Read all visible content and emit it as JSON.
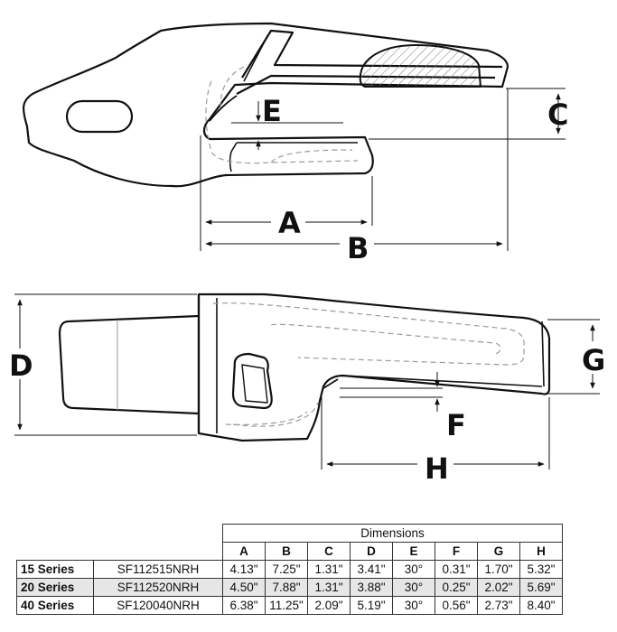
{
  "labels": {
    "A": "A",
    "B": "B",
    "C": "C",
    "D": "D",
    "E": "E",
    "F": "F",
    "G": "G",
    "H": "H"
  },
  "table": {
    "group_header": "Dimensions",
    "columns": [
      "A",
      "B",
      "C",
      "D",
      "E",
      "F",
      "G",
      "H"
    ],
    "rows": [
      {
        "series": "15 Series",
        "part": "SF112515NRH",
        "values": [
          "4.13\"",
          "7.25\"",
          "1.31\"",
          "3.41\"",
          "30°",
          "0.31\"",
          "1.70\"",
          "5.32\""
        ]
      },
      {
        "series": "20 Series",
        "part": "SF112520NRH",
        "values": [
          "4.50\"",
          "7.88\"",
          "1.31\"",
          "3.88\"",
          "30°",
          "0.25\"",
          "2.02\"",
          "5.69\""
        ]
      },
      {
        "series": "40 Series",
        "part": "SF120040NRH",
        "values": [
          "6.38\"",
          "11.25\"",
          "2.09\"",
          "5.19\"",
          "30°",
          "0.56\"",
          "2.73\"",
          "8.40\""
        ]
      }
    ]
  },
  "colors": {
    "line": "#111111",
    "hidden": "#9a9a9a",
    "shade": "#e6e6e6"
  }
}
